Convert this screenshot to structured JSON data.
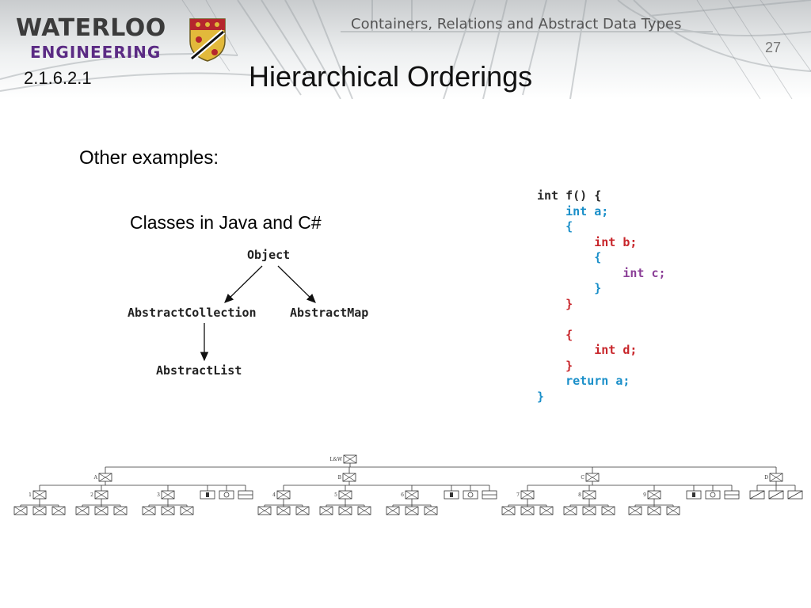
{
  "header": {
    "brand_top": "WATERLOO",
    "brand_bottom": "ENGINEERING",
    "course_title": "Containers, Relations and Abstract Data Types",
    "slide_number": "27",
    "section_number": "2.1.6.2.1",
    "title": "Hierarchical Orderings",
    "colors": {
      "brand_purple": "#5b2b84",
      "crest_red": "#b5262d",
      "crest_gold": "#e2b93b"
    }
  },
  "content": {
    "intro": "Other examples:",
    "classes_heading": "Classes in Java and C#"
  },
  "class_tree": {
    "root": "Object",
    "left": "AbstractCollection",
    "right": "AbstractMap",
    "leaf": "AbstractList"
  },
  "code": {
    "lines": [
      {
        "indent": 0,
        "text": "int f() {",
        "color": "#2a2a2a"
      },
      {
        "indent": 1,
        "text": "int a;",
        "color": "#1a8fc9"
      },
      {
        "indent": 1,
        "text": "{",
        "color": "#1a8fc9"
      },
      {
        "indent": 2,
        "text": "int b;",
        "color": "#c8262b"
      },
      {
        "indent": 2,
        "text": "{",
        "color": "#1a8fc9"
      },
      {
        "indent": 3,
        "text": "int c;",
        "color": "#8b3f97"
      },
      {
        "indent": 2,
        "text": "}",
        "color": "#1a8fc9"
      },
      {
        "indent": 1,
        "text": "}",
        "color": "#c8262b"
      },
      {
        "indent": 0,
        "text": "",
        "color": "#000000"
      },
      {
        "indent": 1,
        "text": "{",
        "color": "#c8262b"
      },
      {
        "indent": 2,
        "text": "int d;",
        "color": "#c8262b"
      },
      {
        "indent": 1,
        "text": "}",
        "color": "#c8262b"
      },
      {
        "indent": 1,
        "text": "return a;",
        "color": "#1a8fc9"
      },
      {
        "indent": 0,
        "text": "}",
        "color": "#1a8fc9"
      }
    ]
  },
  "system_tree": {
    "root_label": "L&W",
    "level1": [
      "A",
      "B",
      "C",
      "D"
    ],
    "level2": [
      "1",
      "2",
      "3",
      "4",
      "5",
      "6",
      "7",
      "8",
      "9"
    ]
  }
}
